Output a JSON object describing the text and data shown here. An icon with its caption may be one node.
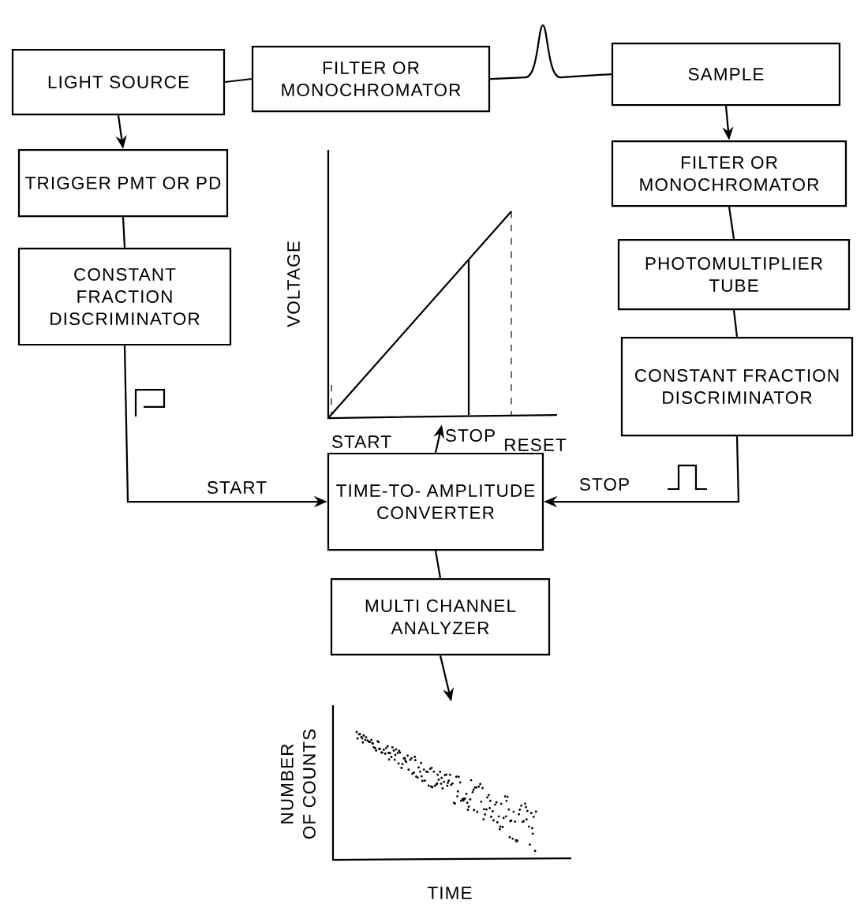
{
  "diagram": {
    "nodes": [
      {
        "text": [
          "LIGHT SOURCE"
        ]
      },
      {
        "text": [
          "FILTER OR MONOCHROMATOR"
        ]
      },
      {
        "text": [
          "SAMPLE"
        ]
      },
      {
        "text": [
          "TRIGGER PMT OR PD"
        ]
      },
      {
        "text": [
          "CONSTANT FRACTION DISCRIMINATOR"
        ]
      },
      {
        "text": [
          "FILTER OR MONOCHROMATOR"
        ]
      },
      {
        "text": [
          "PHOTOMULTIPLIER TUBE"
        ]
      },
      {
        "text": [
          "CONSTANT FRACTION DISCRIMINATOR"
        ]
      },
      {
        "text": [
          "TIME-TO- AMPLITUDE CONVERTER"
        ]
      },
      {
        "text": [
          "MULTI CHANNEL ANALYZER"
        ]
      },
      {
        "text": [],
        "shape": "graph"
      },
      {
        "text": [],
        "shape": "graph"
      }
    ],
    "edges": [
      {
        "from": 0,
        "to": 1,
        "arrow": "none"
      },
      {
        "from": 1,
        "to": 2,
        "arrow": "none"
      },
      {
        "from": 0,
        "to": 3,
        "arrow": "to"
      },
      {
        "from": 3,
        "to": 4,
        "arrow": "none"
      },
      {
        "from": 2,
        "to": 5,
        "arrow": "to"
      },
      {
        "from": 5,
        "to": 6,
        "arrow": "none"
      },
      {
        "from": 6,
        "to": 7,
        "arrow": "none"
      },
      {
        "from": 4,
        "to": 8,
        "arrow": "to",
        "label": "START"
      },
      {
        "from": 7,
        "to": 8,
        "arrow": "to",
        "label": "STOP"
      },
      {
        "from": 8,
        "to": 10,
        "arrow": "to"
      },
      {
        "from": 8,
        "to": 9,
        "arrow": "none"
      },
      {
        "from": 9,
        "to": 11,
        "arrow": "to"
      }
    ],
    "labels": [
      "VOLTAGE",
      "START",
      "STOP",
      "RESET",
      "NUMBER OF COUNTS",
      "TIME"
    ]
  }
}
